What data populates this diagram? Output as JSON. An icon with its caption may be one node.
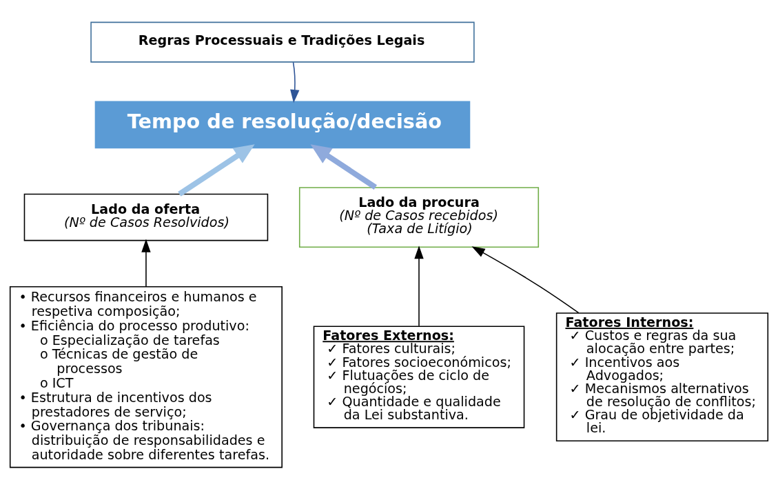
{
  "diagram": {
    "nodes": [
      {
        "text": [
          "Regras Processuais e Tradições Legais"
        ]
      },
      {
        "text": [
          "Tempo de resolução/decisão"
        ]
      },
      {
        "text": [
          "Lado da oferta",
          "(Nº de Casos Resolvidos)"
        ]
      },
      {
        "text": [
          "Lado da procura",
          "(Nº de Casos recebidos)",
          "(Taxa de Litígio)"
        ]
      },
      {
        "text": [
          "• Recursos financeiros e humanos e respetiva composição;",
          "• Eficiência do processo produtivo:",
          "o Especialização de tarefas",
          "o Técnicas de gestão de processos",
          "o ICT",
          "• Estrutura de incentivos dos prestadores de serviço;",
          "• Governança dos tribunais: distribuição de responsabilidades e autoridade sobre diferentes tarefas."
        ]
      },
      {
        "text": [
          "Fatores Externos:",
          "✓ Fatores culturais;",
          "✓ Fatores socioeconómicos;",
          "✓ Flutuações de ciclo de negócios;",
          "✓ Quantidade e qualidade da Lei substantiva."
        ]
      },
      {
        "text": [
          "Fatores Internos:",
          "✓ Custos e regras da sua alocação entre partes;",
          "✓ Incentivos aos Advogados;",
          "✓ Mecanismos alternativos de resolução de conflitos;",
          "✓ Grau de objetividade da lei."
        ]
      }
    ],
    "edges": [
      {
        "from": 0,
        "to": 1,
        "arrow": "to",
        "color": "#2f5597"
      },
      {
        "from": 2,
        "to": 1,
        "arrow": "to",
        "style": "thick",
        "color": "#9dc3e6"
      },
      {
        "from": 3,
        "to": 1,
        "arrow": "to",
        "style": "thick",
        "color": "#8faadc"
      },
      {
        "from": 4,
        "to": 2,
        "arrow": "to"
      },
      {
        "from": 5,
        "to": 3,
        "arrow": "to"
      },
      {
        "from": 6,
        "to": 3,
        "arrow": "to"
      }
    ]
  }
}
